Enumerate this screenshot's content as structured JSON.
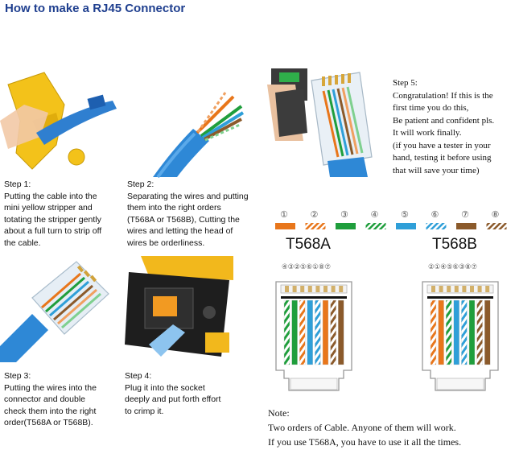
{
  "title": "How to make a RJ45 Connector",
  "steps": [
    {
      "title": "Step 1:",
      "lines": [
        "Putting the cable into the",
        "mini yellow stripper and",
        "totating the stripper gently",
        "about a full turn to strip off",
        "the cable."
      ]
    },
    {
      "title": "Step 2:",
      "lines": [
        "Separating the wires and putting",
        "them into the right orders",
        "(T568A or T568B), Cutting the",
        "wires and letting the head of",
        "wires be orderliness."
      ]
    },
    {
      "title": "Step 3:",
      "lines": [
        "Putting the wires into the",
        "connector and double",
        "check them into the right",
        "order(T568A or T568B)."
      ]
    },
    {
      "title": "Step 4:",
      "lines": [
        "Plug it into the socket",
        "deeply and put forth effort",
        "to crimp it."
      ]
    },
    {
      "title": "Step 5:",
      "lines": [
        "Congratulation!  If this is the",
        "first time you do this,",
        "Be patient and confident pls.",
        "It will work finally.",
        "(if you have a tester in your",
        "hand, testing it before using",
        "that will save your time)"
      ]
    }
  ],
  "color_key": {
    "numbers": [
      "①",
      "②",
      "③",
      "④",
      "⑤",
      "⑥",
      "⑦",
      "⑧"
    ],
    "colors": [
      "#e8761b",
      "#e8761b",
      "#1f9e3c",
      "#1f9e3c",
      "#2f9fd8",
      "#2f9fd8",
      "#8b5a2b",
      "#8b5a2b"
    ],
    "striped": [
      false,
      true,
      false,
      true,
      false,
      true,
      false,
      true
    ]
  },
  "standards": [
    {
      "name": "T568A",
      "pin_order": "④③②⑤⑥①⑧⑦",
      "wires": [
        "#1f9e3c",
        "#1f9e3c",
        "#e8761b",
        "#2f9fd8",
        "#2f9fd8",
        "#e8761b",
        "#8b5a2b",
        "#8b5a2b"
      ],
      "striped": [
        true,
        false,
        true,
        false,
        true,
        false,
        true,
        false
      ]
    },
    {
      "name": "T568B",
      "pin_order": "②①④⑤⑥③⑧⑦",
      "wires": [
        "#e8761b",
        "#e8761b",
        "#1f9e3c",
        "#2f9fd8",
        "#2f9fd8",
        "#1f9e3c",
        "#8b5a2b",
        "#8b5a2b"
      ],
      "striped": [
        true,
        false,
        true,
        false,
        true,
        false,
        true,
        false
      ]
    }
  ],
  "note": {
    "title": "Note:",
    "lines": [
      "Two orders of Cable. Anyone of them will work.",
      "If you use T568A, you have to use it all the times."
    ]
  }
}
